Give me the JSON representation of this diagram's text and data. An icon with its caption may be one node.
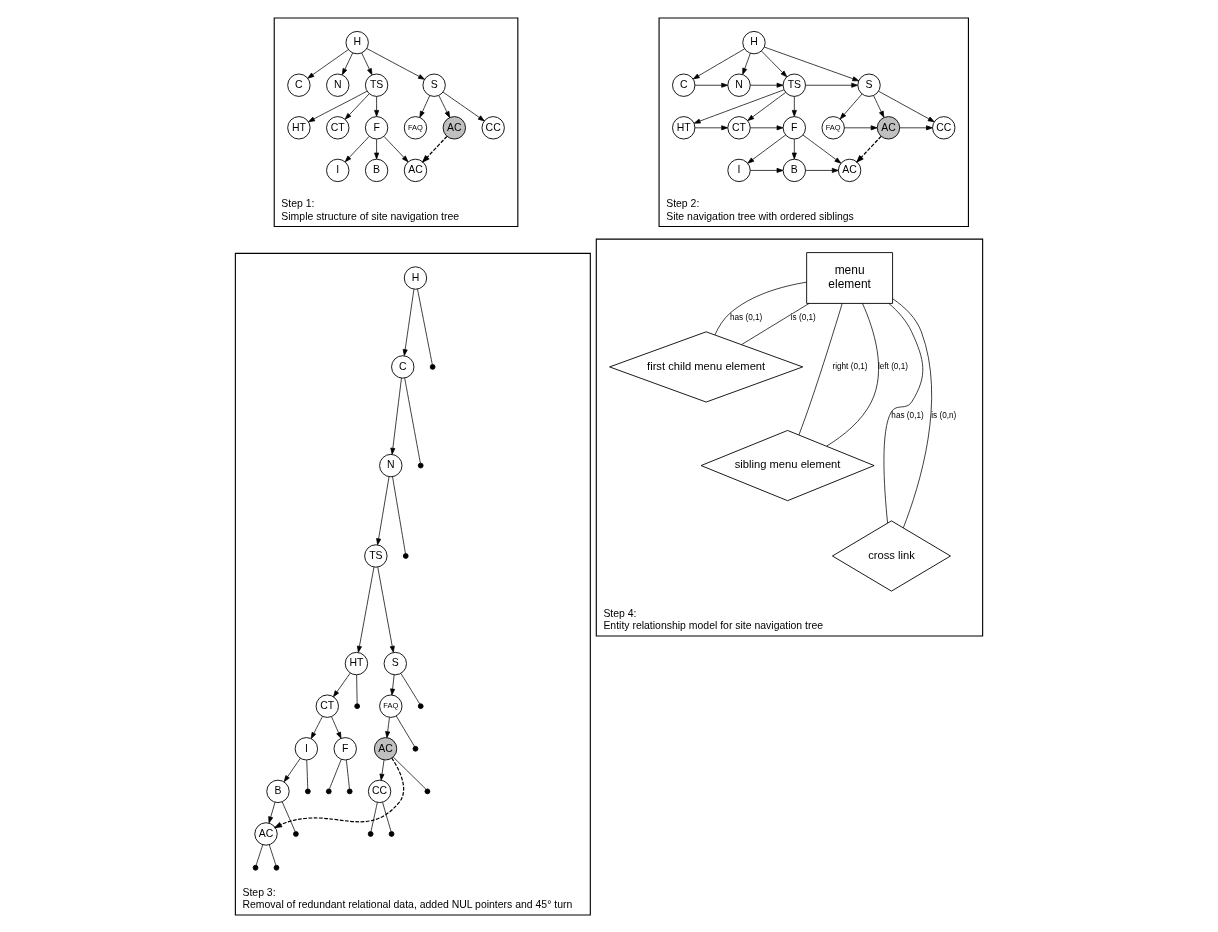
{
  "diagram": {
    "nodes": [
      {
        "text": [
          "Step 1:",
          "Simple structure of site navigation tree"
        ]
      },
      {
        "text": [
          "H"
        ],
        "in": 0
      },
      {
        "text": [
          "C"
        ],
        "in": 0
      },
      {
        "text": [
          "N"
        ],
        "in": 0
      },
      {
        "text": [
          "TS"
        ],
        "in": 0
      },
      {
        "text": [
          "S"
        ],
        "in": 0
      },
      {
        "text": [
          "HT"
        ],
        "in": 0
      },
      {
        "text": [
          "CT"
        ],
        "in": 0
      },
      {
        "text": [
          "F"
        ],
        "in": 0
      },
      {
        "text": [
          "FAQ"
        ],
        "in": 0
      },
      {
        "text": [
          "AC"
        ],
        "in": 0
      },
      {
        "text": [
          "CC"
        ],
        "in": 0
      },
      {
        "text": [
          "I"
        ],
        "in": 0
      },
      {
        "text": [
          "B"
        ],
        "in": 0
      },
      {
        "text": [
          "AC"
        ],
        "in": 0
      },
      {
        "text": [
          "Step 2:",
          "Site navigation tree with ordered siblings"
        ]
      },
      {
        "text": [
          "H"
        ],
        "in": 15
      },
      {
        "text": [
          "C"
        ],
        "in": 15
      },
      {
        "text": [
          "N"
        ],
        "in": 15
      },
      {
        "text": [
          "TS"
        ],
        "in": 15
      },
      {
        "text": [
          "S"
        ],
        "in": 15
      },
      {
        "text": [
          "HT"
        ],
        "in": 15
      },
      {
        "text": [
          "CT"
        ],
        "in": 15
      },
      {
        "text": [
          "F"
        ],
        "in": 15
      },
      {
        "text": [
          "FAQ"
        ],
        "in": 15
      },
      {
        "text": [
          "AC"
        ],
        "in": 15
      },
      {
        "text": [
          "CC"
        ],
        "in": 15
      },
      {
        "text": [
          "I"
        ],
        "in": 15
      },
      {
        "text": [
          "B"
        ],
        "in": 15
      },
      {
        "text": [
          "AC"
        ],
        "in": 15
      },
      {
        "text": [
          "Step 3:",
          "Removal of redundant relational data, added NUL pointers and 45° turn"
        ]
      },
      {
        "text": [
          "H"
        ],
        "in": 30
      },
      {
        "text": [
          "C"
        ],
        "in": 30
      },
      {
        "text": [
          "N"
        ],
        "in": 30
      },
      {
        "text": [
          "TS"
        ],
        "in": 30
      },
      {
        "text": [
          "HT"
        ],
        "in": 30
      },
      {
        "text": [
          "S"
        ],
        "in": 30
      },
      {
        "text": [
          "CT"
        ],
        "in": 30
      },
      {
        "text": [
          "FAQ"
        ],
        "in": 30
      },
      {
        "text": [
          "I"
        ],
        "in": 30
      },
      {
        "text": [
          "F"
        ],
        "in": 30
      },
      {
        "text": [
          "AC"
        ],
        "in": 30
      },
      {
        "text": [
          "B"
        ],
        "in": 30
      },
      {
        "text": [
          "CC"
        ],
        "in": 30
      },
      {
        "text": [
          "AC"
        ],
        "in": 30
      },
      {
        "text": [],
        "shape": "dot",
        "in": 30
      },
      {
        "text": [],
        "shape": "dot",
        "in": 30
      },
      {
        "text": [],
        "shape": "dot",
        "in": 30
      },
      {
        "text": [],
        "shape": "dot",
        "in": 30
      },
      {
        "text": [],
        "shape": "dot",
        "in": 30
      },
      {
        "text": [],
        "shape": "dot",
        "in": 30
      },
      {
        "text": [],
        "shape": "dot",
        "in": 30
      },
      {
        "text": [],
        "shape": "dot",
        "in": 30
      },
      {
        "text": [],
        "shape": "dot",
        "in": 30
      },
      {
        "text": [],
        "shape": "dot",
        "in": 30
      },
      {
        "text": [],
        "shape": "dot",
        "in": 30
      },
      {
        "text": [],
        "shape": "dot",
        "in": 30
      },
      {
        "text": [],
        "shape": "dot",
        "in": 30
      },
      {
        "text": [],
        "shape": "dot",
        "in": 30
      },
      {
        "text": [],
        "shape": "dot",
        "in": 30
      },
      {
        "text": [
          "Step 4:",
          "Entity relationship model for site navigation tree"
        ]
      },
      {
        "text": [
          "menu element"
        ],
        "in": 60
      },
      {
        "text": [
          "first child menu element"
        ],
        "in": 60
      },
      {
        "text": [
          "sibling menu element"
        ],
        "in": 60
      },
      {
        "text": [
          "cross link"
        ],
        "in": 60
      }
    ],
    "edges": [
      {
        "from": 1,
        "to": 2,
        "arrow": "to"
      },
      {
        "from": 1,
        "to": 3,
        "arrow": "to"
      },
      {
        "from": 1,
        "to": 4,
        "arrow": "to"
      },
      {
        "from": 1,
        "to": 5,
        "arrow": "to"
      },
      {
        "from": 4,
        "to": 6,
        "arrow": "to"
      },
      {
        "from": 4,
        "to": 7,
        "arrow": "to"
      },
      {
        "from": 4,
        "to": 8,
        "arrow": "to"
      },
      {
        "from": 5,
        "to": 9,
        "arrow": "to"
      },
      {
        "from": 5,
        "to": 10,
        "arrow": "to"
      },
      {
        "from": 5,
        "to": 11,
        "arrow": "to"
      },
      {
        "from": 8,
        "to": 12,
        "arrow": "to"
      },
      {
        "from": 8,
        "to": 13,
        "arrow": "to"
      },
      {
        "from": 8,
        "to": 14,
        "arrow": "to"
      },
      {
        "from": 10,
        "to": 14,
        "arrow": "to",
        "style": "dashed"
      },
      {
        "from": 16,
        "to": 17,
        "arrow": "to"
      },
      {
        "from": 16,
        "to": 18,
        "arrow": "to"
      },
      {
        "from": 16,
        "to": 19,
        "arrow": "to"
      },
      {
        "from": 16,
        "to": 20,
        "arrow": "to"
      },
      {
        "from": 17,
        "to": 18,
        "arrow": "to"
      },
      {
        "from": 18,
        "to": 19,
        "arrow": "to"
      },
      {
        "from": 19,
        "to": 20,
        "arrow": "to"
      },
      {
        "from": 19,
        "to": 21,
        "arrow": "to"
      },
      {
        "from": 19,
        "to": 22,
        "arrow": "to"
      },
      {
        "from": 19,
        "to": 23,
        "arrow": "to"
      },
      {
        "from": 20,
        "to": 24,
        "arrow": "to"
      },
      {
        "from": 20,
        "to": 25,
        "arrow": "to"
      },
      {
        "from": 20,
        "to": 26,
        "arrow": "to"
      },
      {
        "from": 21,
        "to": 22,
        "arrow": "to"
      },
      {
        "from": 22,
        "to": 23,
        "arrow": "to"
      },
      {
        "from": 24,
        "to": 25,
        "arrow": "to"
      },
      {
        "from": 25,
        "to": 26,
        "arrow": "to"
      },
      {
        "from": 23,
        "to": 27,
        "arrow": "to"
      },
      {
        "from": 23,
        "to": 28,
        "arrow": "to"
      },
      {
        "from": 23,
        "to": 29,
        "arrow": "to"
      },
      {
        "from": 27,
        "to": 28,
        "arrow": "to"
      },
      {
        "from": 28,
        "to": 29,
        "arrow": "to"
      },
      {
        "from": 25,
        "to": 29,
        "arrow": "to",
        "style": "dashed"
      },
      {
        "from": 31,
        "to": 32,
        "arrow": "to"
      },
      {
        "from": 31,
        "to": 45,
        "arrow": "none"
      },
      {
        "from": 32,
        "to": 46,
        "arrow": "none"
      },
      {
        "from": 32,
        "to": 33,
        "arrow": "to"
      },
      {
        "from": 33,
        "to": 47,
        "arrow": "none"
      },
      {
        "from": 33,
        "to": 34,
        "arrow": "to"
      },
      {
        "from": 34,
        "to": 35,
        "arrow": "to"
      },
      {
        "from": 34,
        "to": 36,
        "arrow": "to"
      },
      {
        "from": 35,
        "to": 48,
        "arrow": "none"
      },
      {
        "from": 35,
        "to": 37,
        "arrow": "to"
      },
      {
        "from": 36,
        "to": 38,
        "arrow": "to"
      },
      {
        "from": 36,
        "to": 49,
        "arrow": "none"
      },
      {
        "from": 37,
        "to": 39,
        "arrow": "to"
      },
      {
        "from": 37,
        "to": 40,
        "arrow": "to"
      },
      {
        "from": 38,
        "to": 50,
        "arrow": "none"
      },
      {
        "from": 38,
        "to": 41,
        "arrow": "to"
      },
      {
        "from": 39,
        "to": 51,
        "arrow": "none"
      },
      {
        "from": 39,
        "to": 42,
        "arrow": "to"
      },
      {
        "from": 40,
        "to": 52,
        "arrow": "none"
      },
      {
        "from": 40,
        "to": 53,
        "arrow": "none"
      },
      {
        "from": 41,
        "to": 54,
        "arrow": "none"
      },
      {
        "from": 41,
        "to": 43,
        "arrow": "to"
      },
      {
        "from": 42,
        "to": 55,
        "arrow": "none"
      },
      {
        "from": 42,
        "to": 44,
        "arrow": "to"
      },
      {
        "from": 43,
        "to": 56,
        "arrow": "none"
      },
      {
        "from": 43,
        "to": 57,
        "arrow": "none"
      },
      {
        "from": 44,
        "to": 58,
        "arrow": "none"
      },
      {
        "from": 44,
        "to": 59,
        "arrow": "none"
      },
      {
        "from": 41,
        "to": 44,
        "arrow": "to",
        "style": "dashed"
      },
      {
        "from": 61,
        "to": 62,
        "arrow": "none",
        "label": "has (0,1)"
      },
      {
        "from": 61,
        "to": 62,
        "arrow": "none",
        "label": "is (0,1)"
      },
      {
        "from": 61,
        "to": 63,
        "arrow": "none",
        "label": "right (0,1)"
      },
      {
        "from": 61,
        "to": 63,
        "arrow": "none",
        "label": "left (0,1)"
      },
      {
        "from": 61,
        "to": 64,
        "arrow": "none",
        "label": "has (0,1)"
      },
      {
        "from": 61,
        "to": 64,
        "arrow": "none",
        "label": "is (0,n)"
      }
    ]
  }
}
